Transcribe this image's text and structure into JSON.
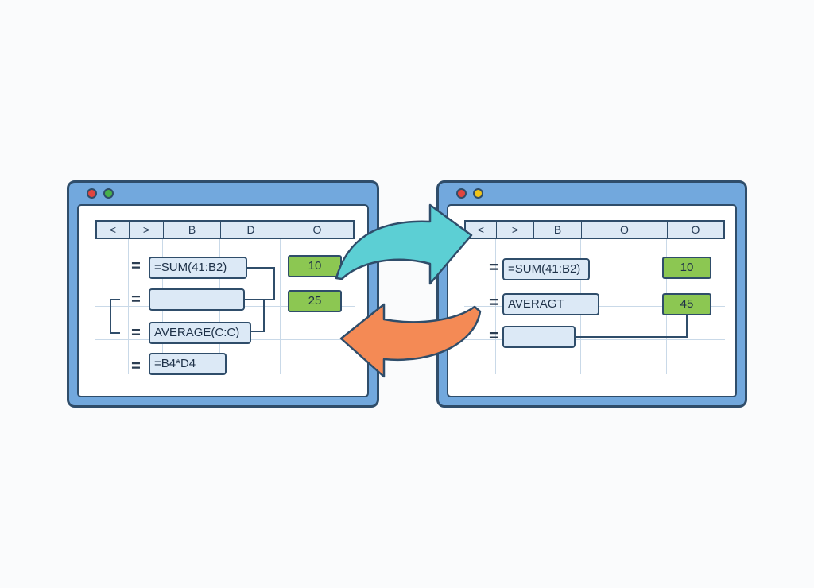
{
  "left_window": {
    "dots": [
      "#e0453f",
      "#47b04b"
    ],
    "headers": [
      "<",
      ">",
      "B",
      "D",
      "O"
    ],
    "formulas": {
      "row1": "=SUM(41:B2)",
      "row2": "",
      "row3": "AVERAGE(C:C)",
      "row4": "=B4*D4"
    },
    "eq_sign": "=",
    "values": [
      "10",
      "25"
    ]
  },
  "right_window": {
    "dots": [
      "#e0453f",
      "#f0c419"
    ],
    "headers": [
      "<",
      ">",
      "B",
      "O",
      "O"
    ],
    "formulas": {
      "row1": "=SUM(41:B2)",
      "row2": "AVERAGT",
      "row3": ""
    },
    "eq_sign": "=",
    "values": [
      "10",
      "45"
    ]
  },
  "colors": {
    "window_frame": "#72a8dd",
    "outline": "#2f4d6a",
    "formula_box": "#dce9f6",
    "value_box": "#8cc752",
    "arrow_forward": "#5ccfd4",
    "arrow_back": "#f48a55"
  }
}
